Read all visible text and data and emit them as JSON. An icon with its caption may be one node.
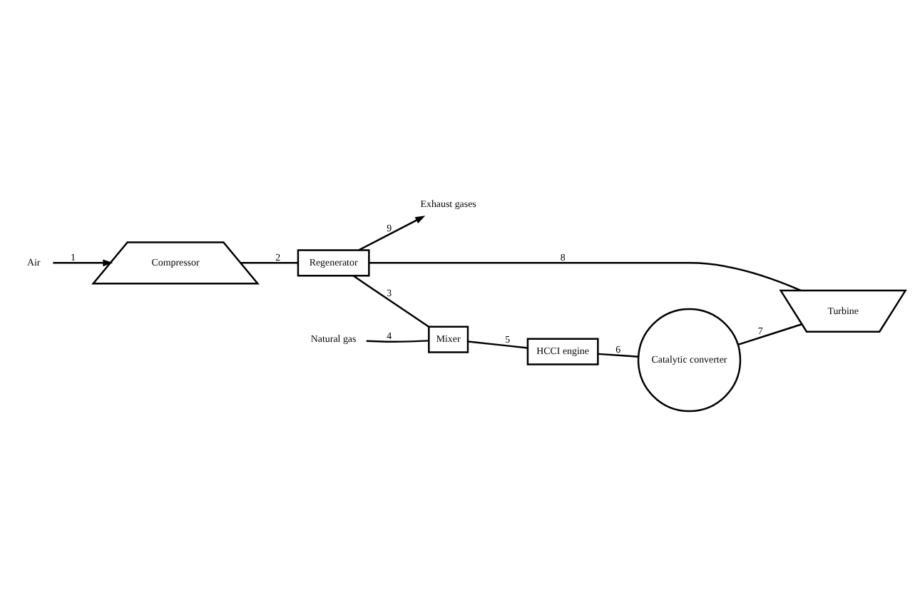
{
  "diagram": {
    "nodes": [
      {
        "text": [
          "Air"
        ]
      },
      {
        "text": [
          "Compressor"
        ]
      },
      {
        "text": [
          "Natural gas"
        ]
      },
      {
        "text": [
          "Mixer"
        ]
      },
      {
        "text": [
          "Regenerator"
        ]
      },
      {
        "text": [
          "HCCI engine"
        ]
      },
      {
        "text": [
          "Exhaust gases"
        ]
      },
      {
        "text": [
          "Turbine"
        ]
      },
      {
        "text": [
          "Catalytic converter"
        ]
      }
    ],
    "edges": [
      {
        "from": 0,
        "to": 1,
        "arrow": "to",
        "label": "1"
      },
      {
        "from": 1,
        "to": 4,
        "arrow": "none",
        "label": "2"
      },
      {
        "from": 4,
        "to": 3,
        "arrow": "none",
        "label": "3"
      },
      {
        "from": 2,
        "to": 3,
        "arrow": "none",
        "label": "4"
      },
      {
        "from": 3,
        "to": 5,
        "arrow": "none",
        "label": "5"
      },
      {
        "from": 5,
        "to": 8,
        "arrow": "none",
        "label": "6"
      },
      {
        "from": 8,
        "to": 7,
        "arrow": "none",
        "label": "7"
      },
      {
        "from": 7,
        "to": 4,
        "arrow": "none",
        "label": "8"
      },
      {
        "from": 4,
        "to": 6,
        "arrow": "to",
        "label": "9"
      }
    ]
  }
}
